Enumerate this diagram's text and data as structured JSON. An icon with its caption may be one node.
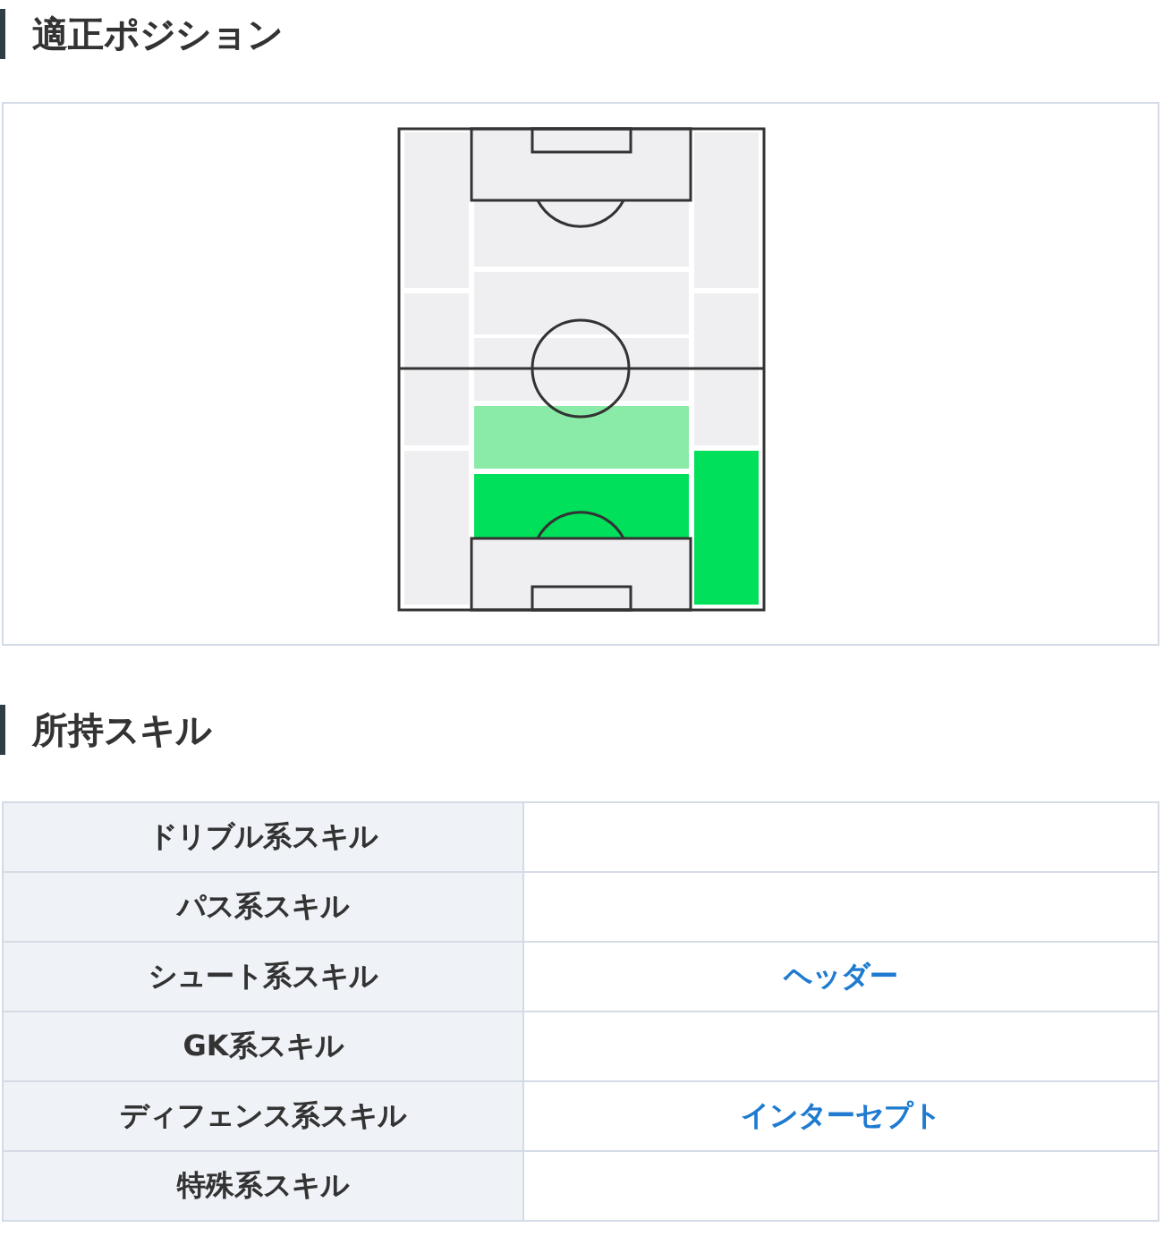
{
  "diagram": {
    "labels": [
      "適正ポジション",
      "所持スキル",
      "ドリブル系スキル",
      "パス系スキル",
      "シュート系スキル",
      "ヘッダー",
      "GK系スキル",
      "ディフェンス系スキル",
      "インターセプト",
      "特殊系スキル"
    ]
  }
}
